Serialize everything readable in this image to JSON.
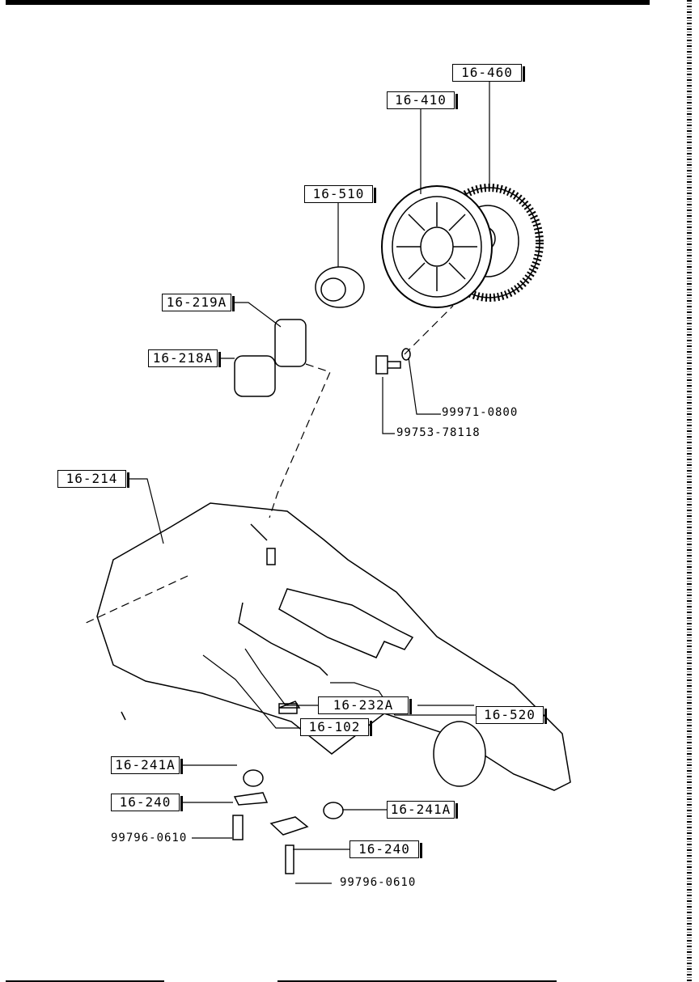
{
  "diagram": {
    "callouts": [
      {
        "id": "c1",
        "text": "16-460"
      },
      {
        "id": "c2",
        "text": "16-410"
      },
      {
        "id": "c3",
        "text": "16-510"
      },
      {
        "id": "c4",
        "text": "16-219A"
      },
      {
        "id": "c5",
        "text": "16-218A"
      },
      {
        "id": "c6",
        "text": "16-214"
      },
      {
        "id": "c7",
        "text": "16-520"
      },
      {
        "id": "c8",
        "text": "16-232A"
      },
      {
        "id": "c9",
        "text": "16-102"
      },
      {
        "id": "c10",
        "text": "16-241A"
      },
      {
        "id": "c11",
        "text": "16-240"
      },
      {
        "id": "c12",
        "text": "16-241A"
      },
      {
        "id": "c13",
        "text": "16-240"
      }
    ],
    "part_numbers": [
      {
        "id": "p1",
        "text": "99971-0800"
      },
      {
        "id": "p2",
        "text": "99753-78118"
      },
      {
        "id": "p3",
        "text": "99796-0610"
      },
      {
        "id": "p4",
        "text": "99796-0610"
      }
    ]
  }
}
